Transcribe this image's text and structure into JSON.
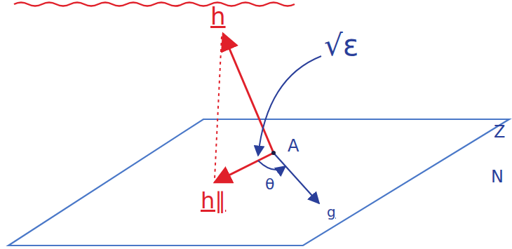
{
  "diagram": {
    "labels": [
      "h",
      "√ε",
      "h∥",
      "A",
      "θ",
      "g",
      "Z",
      "N"
    ]
  }
}
